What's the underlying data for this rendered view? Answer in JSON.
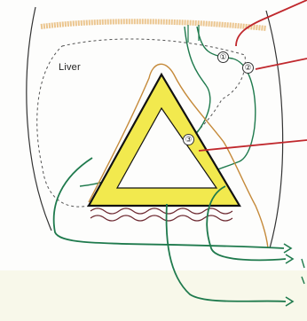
{
  "labels": {
    "organ": "Liver",
    "markers": [
      "①",
      "②",
      "③"
    ]
  },
  "colors": {
    "triangle_fill": "#f2e94e",
    "triangle_edge": "#111111",
    "pointer_red": "#c0282d",
    "pointer_green": "#1f7a4d",
    "contour_orange": "#c58a3a",
    "contour_dashed": "#555555",
    "wavy_band": "#6e2a32",
    "bottom_band": "#f8f8ea"
  },
  "icons": {
    "red_pointers": "arrow-line",
    "green_pointers": "curved-arrow"
  }
}
